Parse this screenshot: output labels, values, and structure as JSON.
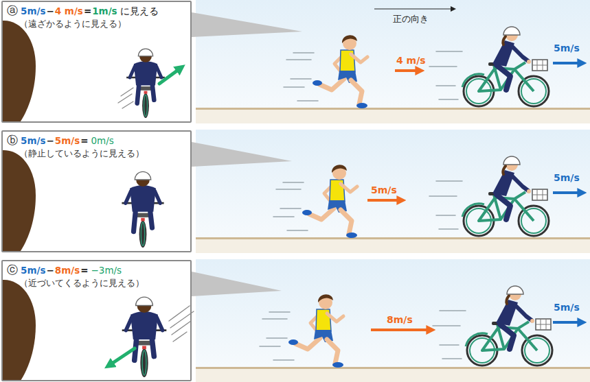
{
  "diagram": {
    "nodes": [
      {
        "text": [
          "ⓐ",
          "5m/s",
          "−",
          "4 m/s",
          "=",
          "1m/s",
          "に見える",
          "（遠ざかるように見える）"
        ]
      },
      {
        "text": [
          "ⓑ",
          "5m/s",
          "−",
          "5m/s",
          "=",
          "0m/s",
          "（静止しているように見える）"
        ]
      },
      {
        "text": [
          "ⓒ",
          "5m/s",
          "−",
          "8m/s",
          "=",
          "−3m/s",
          "（近づいてくるように見える）"
        ]
      }
    ],
    "labels": [
      "正の向き",
      "4 m/s",
      "5m/s",
      "5m/s",
      "5m/s",
      "8m/s",
      "5m/s"
    ]
  }
}
